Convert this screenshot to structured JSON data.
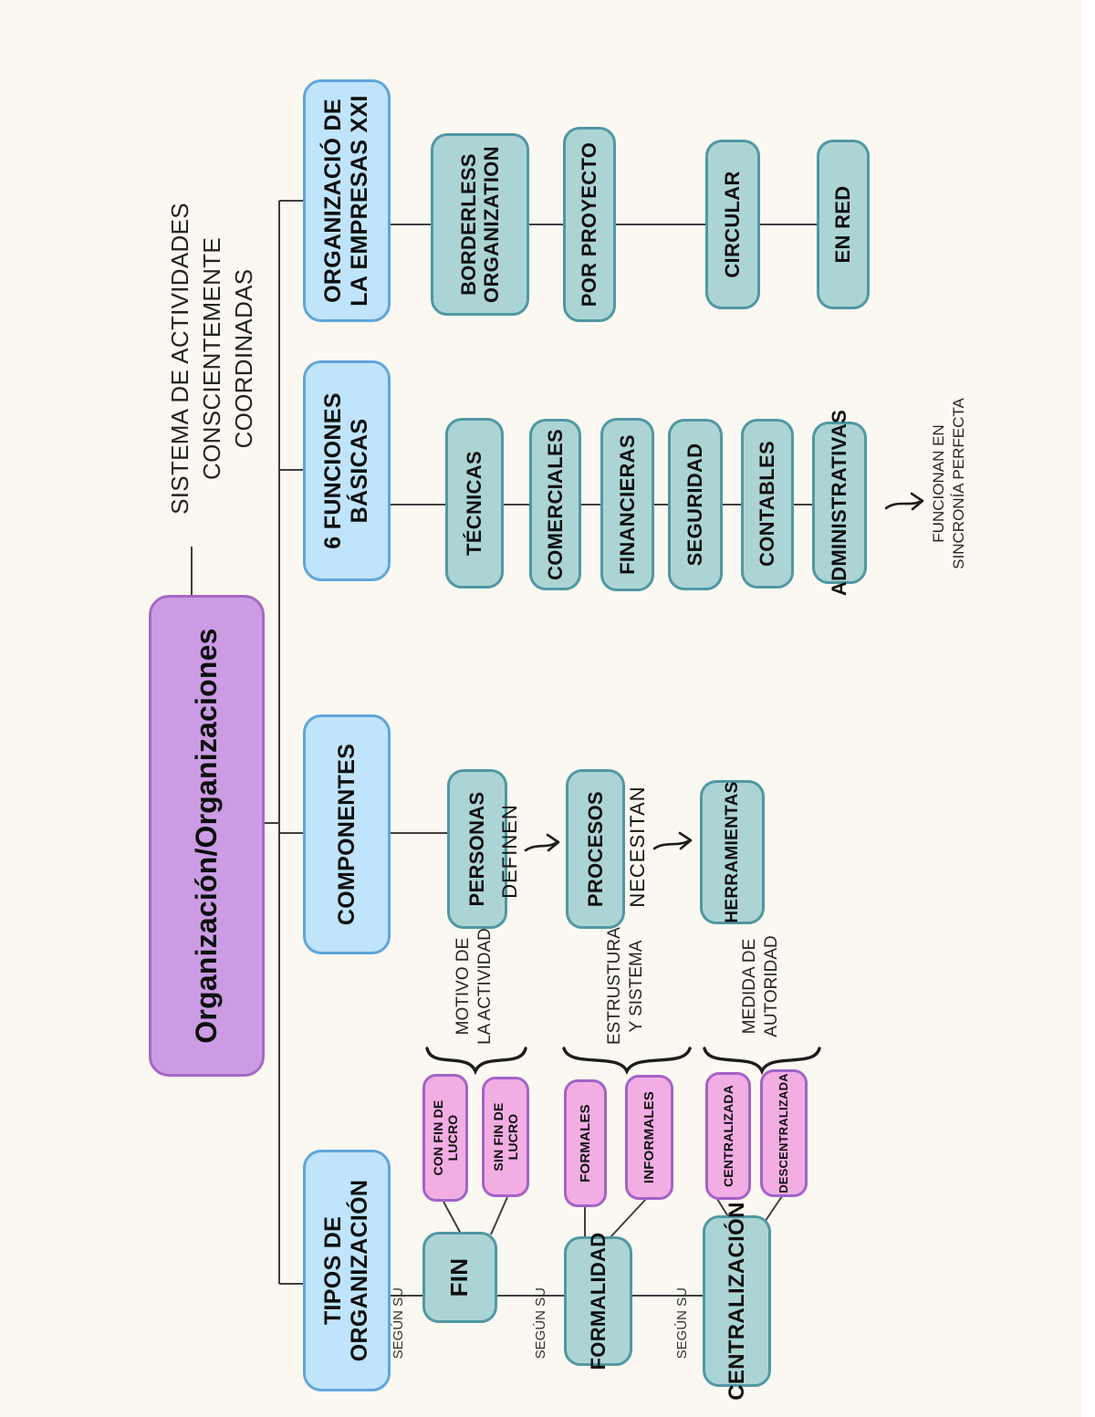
{
  "palette": {
    "background": "#FBF8F1",
    "root_fill": "#CB9CE3",
    "root_border": "#A568C4",
    "branch_fill": "#BFE4FB",
    "branch_border": "#60A5DC",
    "child_fill": "#ACD4D4",
    "child_border": "#4F98A3",
    "pink_fill": "#F2ADE3",
    "pink_border": "#A263C8",
    "line_color": "#3F3F3F",
    "text_color": "#0e0e0e"
  },
  "root": {
    "label": "Organización/Organizaciones"
  },
  "annotation": {
    "text": "SISTEMA DE ACTIVIDADES CONSCIENTEMENTE COORDINADAS"
  },
  "empresas": {
    "label": "ORGANIZACIÓ DE LA EMPRESAS XXI",
    "items": [
      "BORDERLESS ORGANIZATION",
      "POR PROYECTO",
      "CIRCULAR",
      "EN RED"
    ]
  },
  "funciones": {
    "label": "6 FUNCIONES BÁSICAS",
    "items": [
      "TÉCNICAS",
      "COMERCIALES",
      "FINANCIERAS",
      "SEGURIDAD",
      "CONTABLES",
      "ADMINISTRATIVAS"
    ],
    "note": "FUNCIONAN EN SINCRONÍA PERFECTA"
  },
  "componentes": {
    "label": "COMPONENTES",
    "personas": "PERSONAS",
    "definen": "DEFINEN",
    "procesos": "PROCESOS",
    "necesitan": "NECESITAN",
    "herramientas": "HERRAMIENTAS"
  },
  "tipos": {
    "label": "TIPOS DE ORGANIZACIÓN",
    "segun_su": "SEGÚN SU",
    "fin": {
      "label": "FIN",
      "child1": "CON FIN DE LUCRO",
      "child2": "SIN FIN DE LUCRO",
      "brace_label": "MOTIVO DE LA ACTIVIDAD"
    },
    "formalidad": {
      "label": "FORMALIDAD",
      "child1": "FORMALES",
      "child2": "INFORMALES",
      "brace_label": "ESTRUSTURA Y SISTEMA"
    },
    "centralizacion": {
      "label": "CENTRALIZACIÓN",
      "child1": "CENTRALIZADA",
      "child2": "DESCENTRALIZADA",
      "brace_label": "MEDIDA DE AUTORIDAD"
    }
  }
}
